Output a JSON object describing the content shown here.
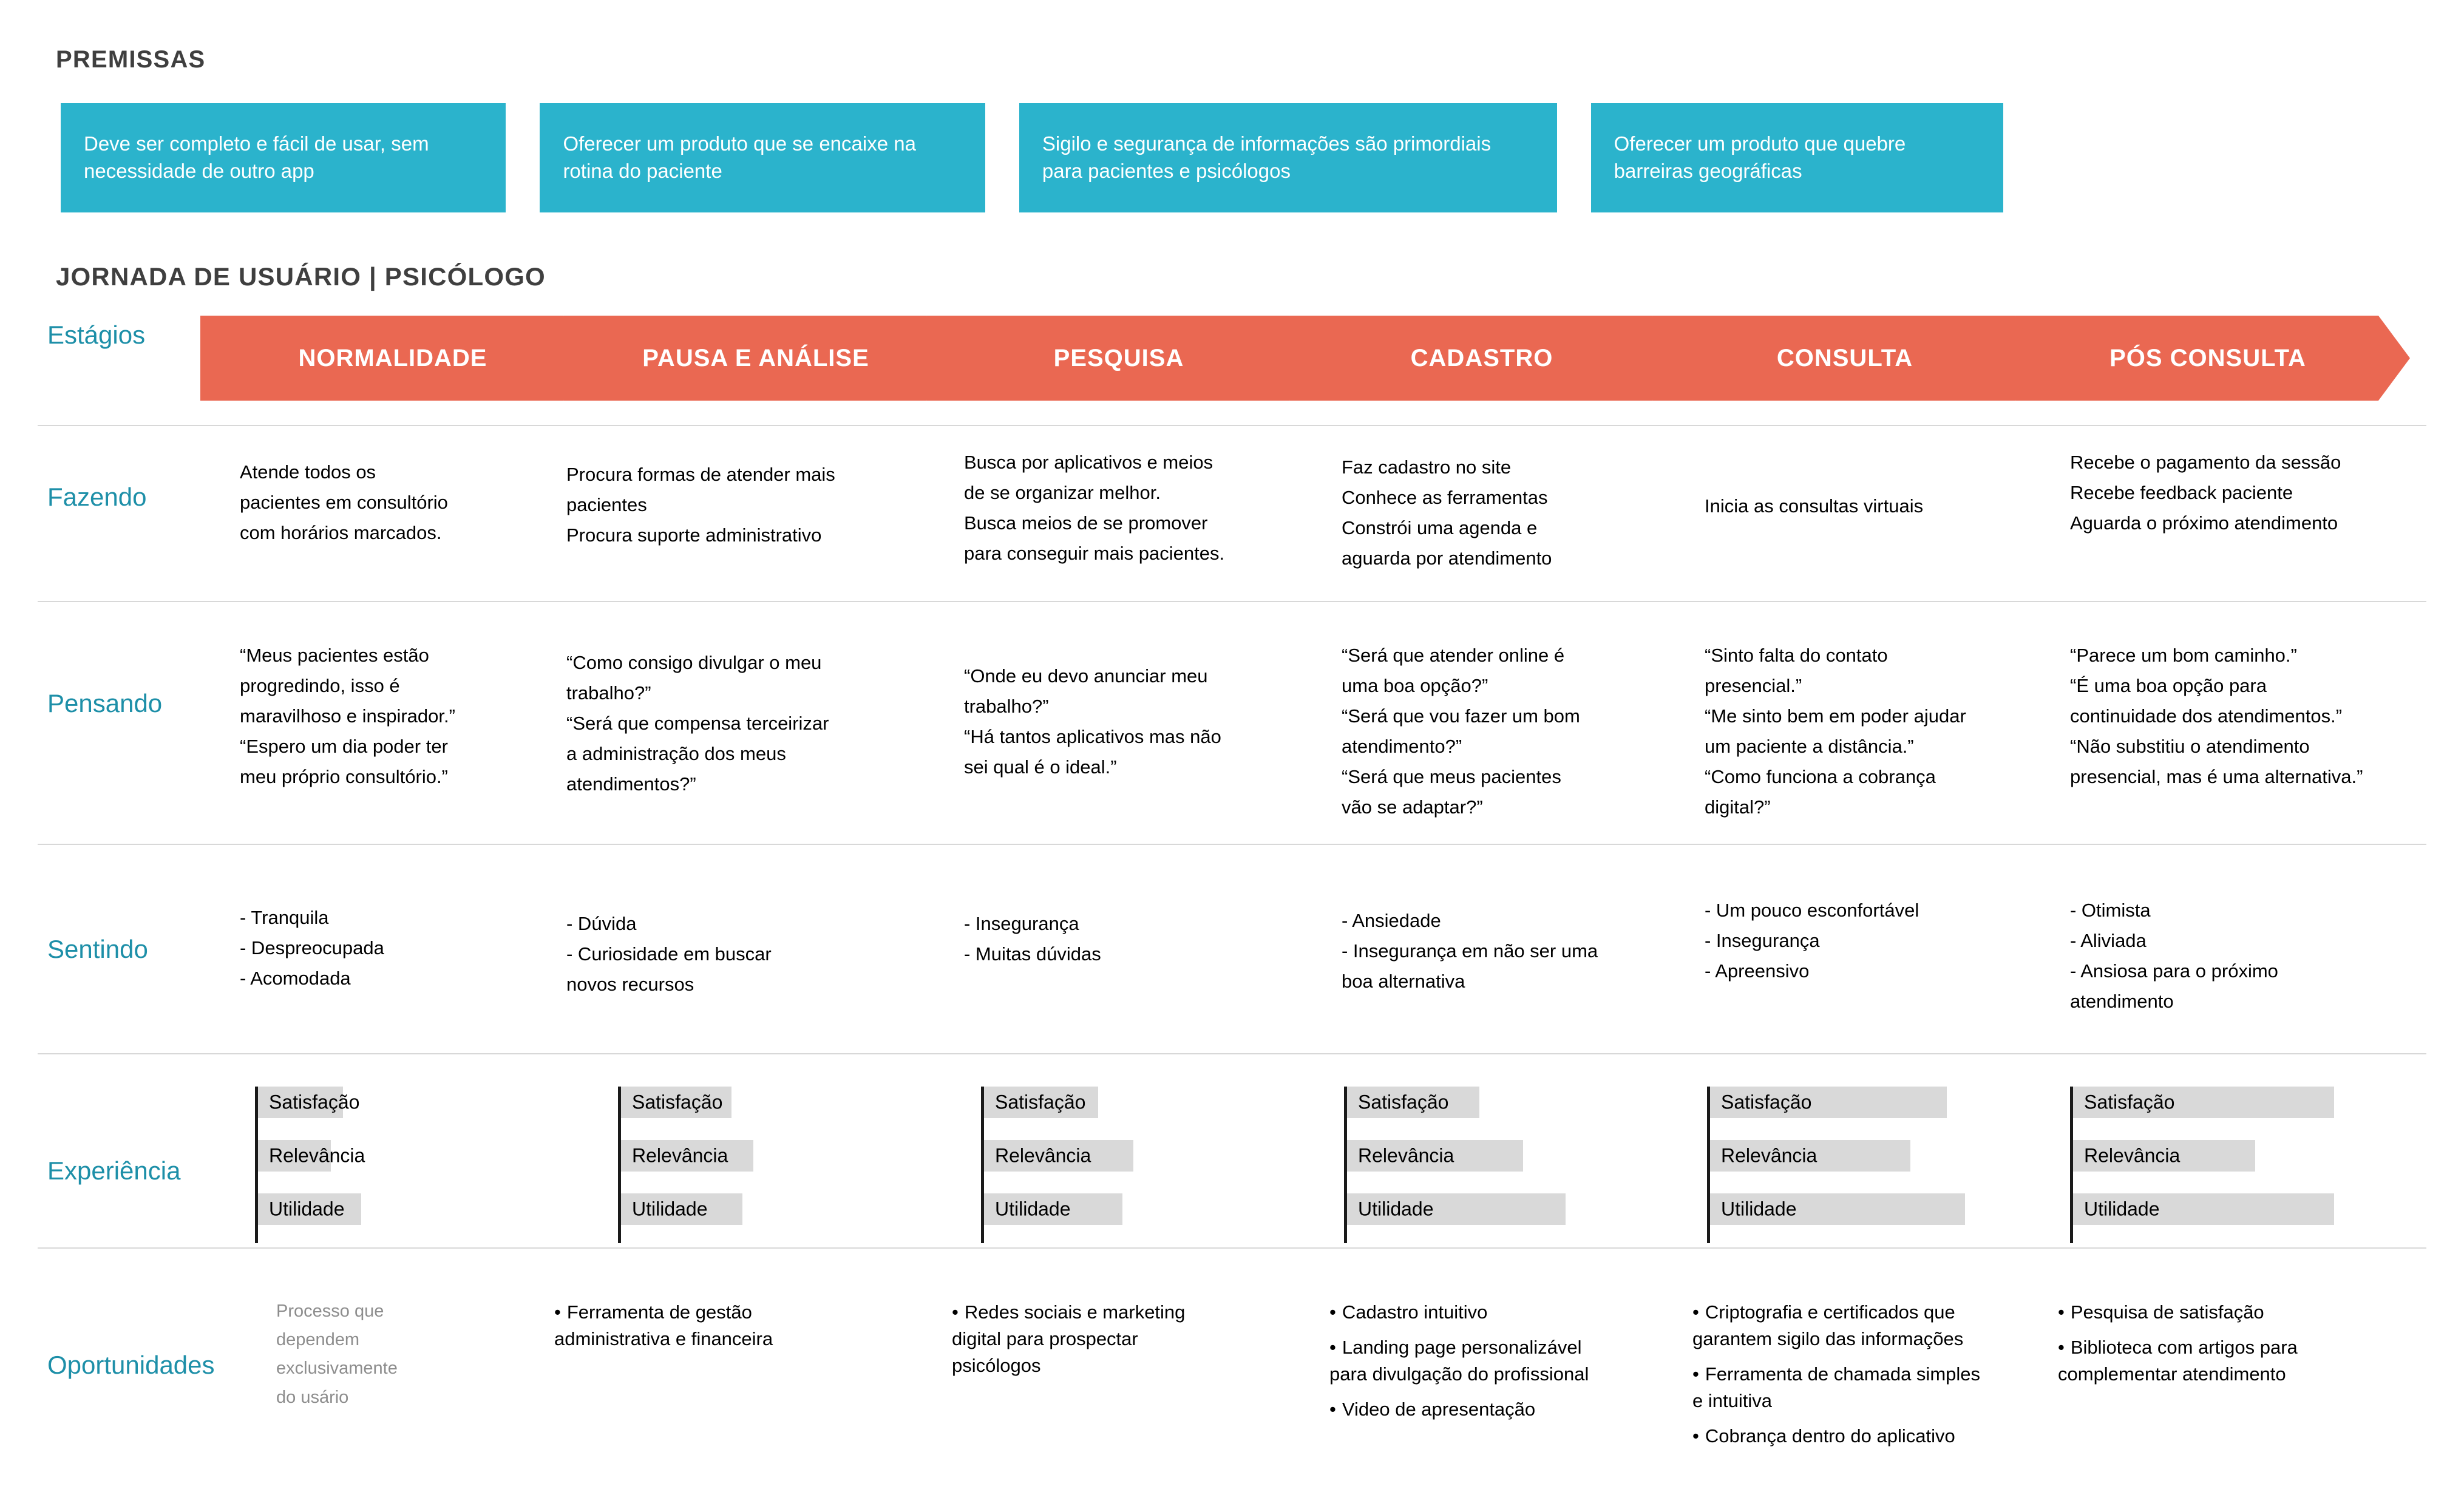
{
  "premissas": {
    "title": "PREMISSAS",
    "cards": [
      "Deve ser completo e fácil de usar, sem necessidade de outro app",
      "Oferecer um produto que se encaixe na rotina do paciente",
      "Sigilo e segurança de informações são primordiais para pacientes e psicólogos",
      "Oferecer um produto que quebre barreiras geográficas"
    ]
  },
  "jornada": {
    "title": "JORNADA DE USUÁRIO | PSICÓLOGO",
    "stages_label": "Estágios",
    "stages": [
      "NORMALIDADE",
      "PAUSA E ANÁLISE",
      "PESQUISA",
      "CADASTRO",
      "CONSULTA",
      "PÓS CONSULTA"
    ]
  },
  "rows": {
    "fazendo": {
      "label": "Fazendo",
      "cells": [
        [
          "Atende todos os",
          "pacientes em consultório",
          "com horários marcados."
        ],
        [
          "Procura formas de atender mais",
          "pacientes",
          "Procura suporte administrativo"
        ],
        [
          "Busca por aplicativos e meios",
          "de se organizar melhor.",
          "Busca meios de se promover",
          "para conseguir mais pacientes."
        ],
        [
          "Faz cadastro no site",
          "Conhece as ferramentas",
          "Constrói uma agenda e",
          "aguarda por atendimento"
        ],
        [
          "Inicia as consultas virtuais"
        ],
        [
          "Recebe o pagamento da sessão",
          "Recebe feedback paciente",
          "Aguarda o próximo atendimento"
        ]
      ]
    },
    "pensando": {
      "label": "Pensando",
      "cells": [
        [
          "“Meus pacientes estão",
          "progredindo, isso é",
          "maravilhoso e inspirador.”",
          "“Espero um dia poder ter",
          "meu próprio consultório.”"
        ],
        [
          "“Como consigo divulgar o meu",
          "trabalho?”",
          "“Será que compensa terceirizar",
          "a administração dos meus",
          "atendimentos?”"
        ],
        [
          "“Onde eu devo anunciar meu",
          "trabalho?”",
          "“Há tantos aplicativos mas não",
          "sei qual é o ideal.”"
        ],
        [
          "“Será que atender online é",
          "uma boa opção?”",
          "“Será que vou fazer um bom",
          "atendimento?”",
          "“Será que meus pacientes",
          "vão se adaptar?”"
        ],
        [
          "“Sinto falta do contato",
          "presencial.”",
          "“Me sinto bem em poder ajudar",
          "um paciente a distância.”",
          "“Como funciona a cobrança",
          "digital?”"
        ],
        [
          "“Parece um bom caminho.”",
          "“É uma boa opção para",
          "continuidade dos atendimentos.”",
          "“Não substitiu o atendimento",
          "presencial, mas é uma alternativa.”"
        ]
      ]
    },
    "sentindo": {
      "label": "Sentindo",
      "cells": [
        [
          "- Tranquila",
          "- Despreocupada",
          "- Acomodada"
        ],
        [
          "- Dúvida",
          "- Curiosidade em buscar",
          "novos recursos"
        ],
        [
          "- Insegurança",
          "- Muitas dúvidas"
        ],
        [
          "- Ansiedade",
          "- Insegurança em não ser uma",
          "boa alternativa"
        ],
        [
          "- Um pouco esconfortável",
          "- Insegurança",
          "- Apreensivo"
        ],
        [
          "- Otimista",
          "- Aliviada",
          "- Ansiosa para o próximo",
          "atendimento"
        ]
      ]
    },
    "experiencia": {
      "label": "Experiência",
      "metrics": [
        "Satisfação",
        "Relevância",
        "Utilidade"
      ],
      "bar_color": "#d9d9d9",
      "tick_color": "#1a1a1a",
      "columns": [
        {
          "stage": "NORMALIDADE",
          "values": [
            140,
            120,
            170
          ]
        },
        {
          "stage": "PAUSA E ANÁLISE",
          "values": [
            182,
            218,
            200
          ]
        },
        {
          "stage": "PESQUISA",
          "values": [
            188,
            246,
            228
          ]
        },
        {
          "stage": "CADASTRO",
          "values": [
            218,
            290,
            360
          ]
        },
        {
          "stage": "CONSULTA",
          "values": [
            390,
            330,
            420
          ]
        },
        {
          "stage": "PÓS CONSULTA",
          "values": [
            430,
            300,
            430
          ]
        }
      ]
    },
    "oportunidades": {
      "label": "Oportunidades",
      "cells": [
        {
          "muted": true,
          "bullets": false,
          "lines": [
            "Processo que",
            "dependem",
            "exclusivamente",
            "do usário"
          ]
        },
        {
          "muted": false,
          "bullets": true,
          "items": [
            [
              "Ferramenta de gestão",
              "administrativa e financeira"
            ]
          ]
        },
        {
          "muted": false,
          "bullets": true,
          "items": [
            [
              "Redes sociais e marketing",
              "digital para prospectar",
              "psicólogos"
            ]
          ]
        },
        {
          "muted": false,
          "bullets": true,
          "items": [
            [
              "Cadastro intuitivo"
            ],
            [
              "Landing page personalizável",
              "para divulgação do profissional"
            ],
            [
              "Video de apresentação"
            ]
          ]
        },
        {
          "muted": false,
          "bullets": true,
          "items": [
            [
              "Criptografia e certificados que",
              "garantem sigilo das informações"
            ],
            [
              "Ferramenta de chamada simples",
              "e intuitiva"
            ],
            [
              "Cobrança dentro do aplicativo"
            ]
          ]
        },
        {
          "muted": false,
          "bullets": true,
          "items": [
            [
              "Pesquisa de satisfação"
            ],
            [
              "Biblioteca com artigos para",
              "complementar atendimento"
            ]
          ]
        }
      ]
    }
  },
  "colors": {
    "teal": "#2bb3cc",
    "teal_label": "#1d8fa8",
    "orange": "#ea6852",
    "bar_gray": "#d9d9d9",
    "divider": "#d8d8d8",
    "title_gray": "#3f3f3f",
    "muted_gray": "#8d8d8d"
  },
  "bullet_glyph": "•"
}
